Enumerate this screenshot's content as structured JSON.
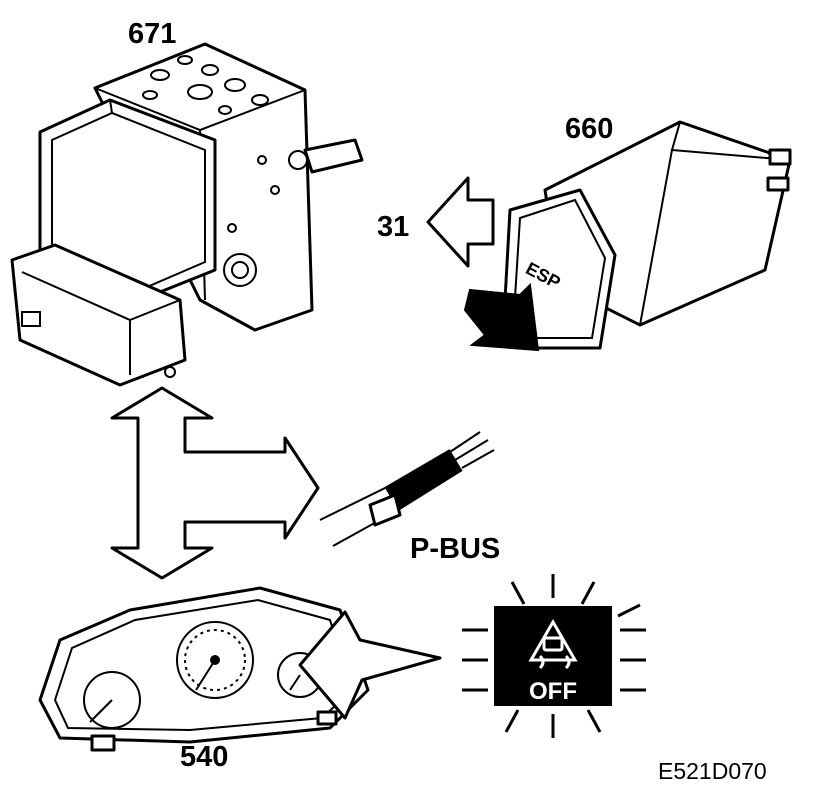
{
  "components": {
    "abs_unit": {
      "number": "671"
    },
    "esp_switch": {
      "number": "660",
      "button_text": "ESP"
    },
    "instrument_cluster": {
      "number": "540"
    }
  },
  "signals": {
    "switch_signal": {
      "number": "31"
    },
    "bus": {
      "label": "P-BUS"
    }
  },
  "warning_lamp": {
    "text": "OFF",
    "icon": "skid-car-icon",
    "background": "#000000",
    "text_color": "#ffffff"
  },
  "figure_code": "E521D070"
}
